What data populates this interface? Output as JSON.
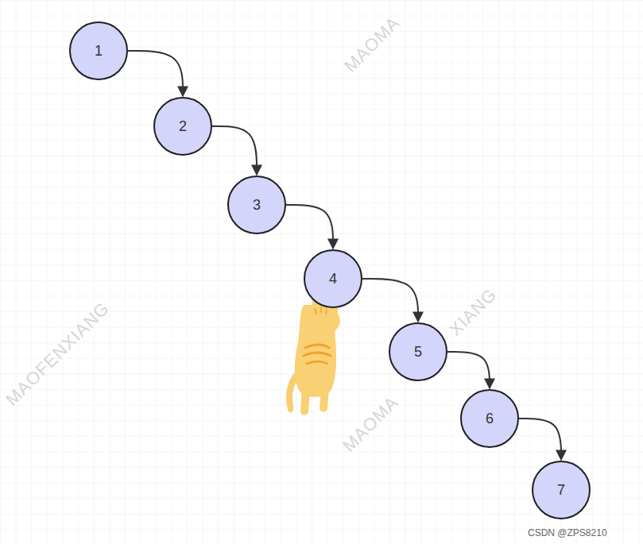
{
  "diagram": {
    "nodes": [
      {
        "text": [
          "1"
        ]
      },
      {
        "text": [
          "2"
        ]
      },
      {
        "text": [
          "3"
        ]
      },
      {
        "text": [
          "4"
        ]
      },
      {
        "text": [
          "5"
        ]
      },
      {
        "text": [
          "6"
        ]
      },
      {
        "text": [
          "7"
        ]
      }
    ],
    "edges": [
      {
        "from": 0,
        "to": 1,
        "arrow": "to"
      },
      {
        "from": 1,
        "to": 2,
        "arrow": "to"
      },
      {
        "from": 2,
        "to": 3,
        "arrow": "to"
      },
      {
        "from": 3,
        "to": 4,
        "arrow": "to"
      },
      {
        "from": 4,
        "to": 5,
        "arrow": "to"
      },
      {
        "from": 5,
        "to": 6,
        "arrow": "to"
      }
    ],
    "labels": [
      "MAOMA",
      "MAOFENXIANG",
      "MAOMA",
      "XIANG",
      "CSDN @ZPS8210"
    ]
  }
}
